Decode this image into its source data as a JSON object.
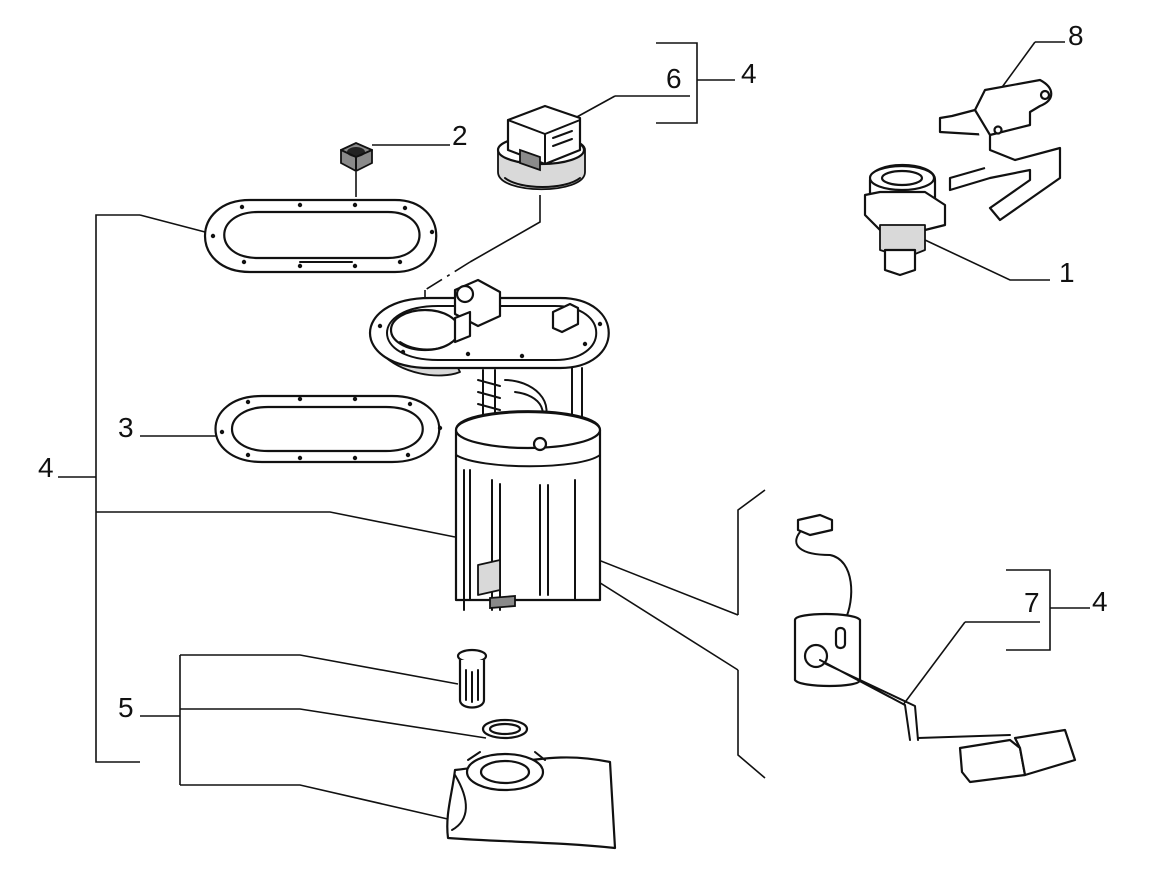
{
  "callouts": {
    "c1": "1",
    "c2": "2",
    "c3": "3",
    "c4_left": "4",
    "c4_top": "4",
    "c4_right": "4",
    "c5": "5",
    "c6": "6",
    "c7": "7",
    "c8": "8"
  }
}
